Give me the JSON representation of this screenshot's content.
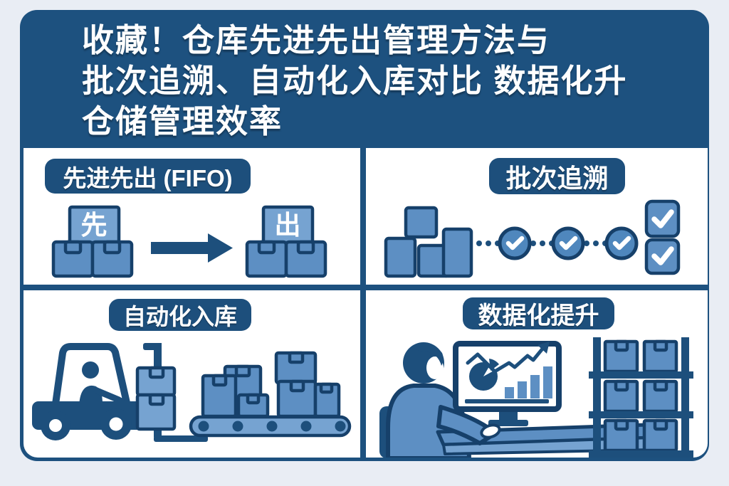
{
  "title": {
    "line1": "收藏！仓库先进先出管理方法与",
    "line2": "批次追溯、自动化入库对比 数据化升",
    "line3": "仓储管理效率"
  },
  "panels": {
    "fifo": {
      "label": "先进先出 (FIFO)",
      "box_first": "先",
      "box_out": "出"
    },
    "batch": {
      "label": "批次追溯"
    },
    "auto": {
      "label": "自动化入库"
    },
    "data": {
      "label": "数据化提升"
    }
  },
  "colors": {
    "page_background": "#e9edf4",
    "navy": "#1d517f",
    "outline": "#16406a",
    "box_light": "#76a3d1",
    "box_mid": "#5d8fc3",
    "check_circle": "#4f87bd",
    "text": "#ffffff"
  }
}
